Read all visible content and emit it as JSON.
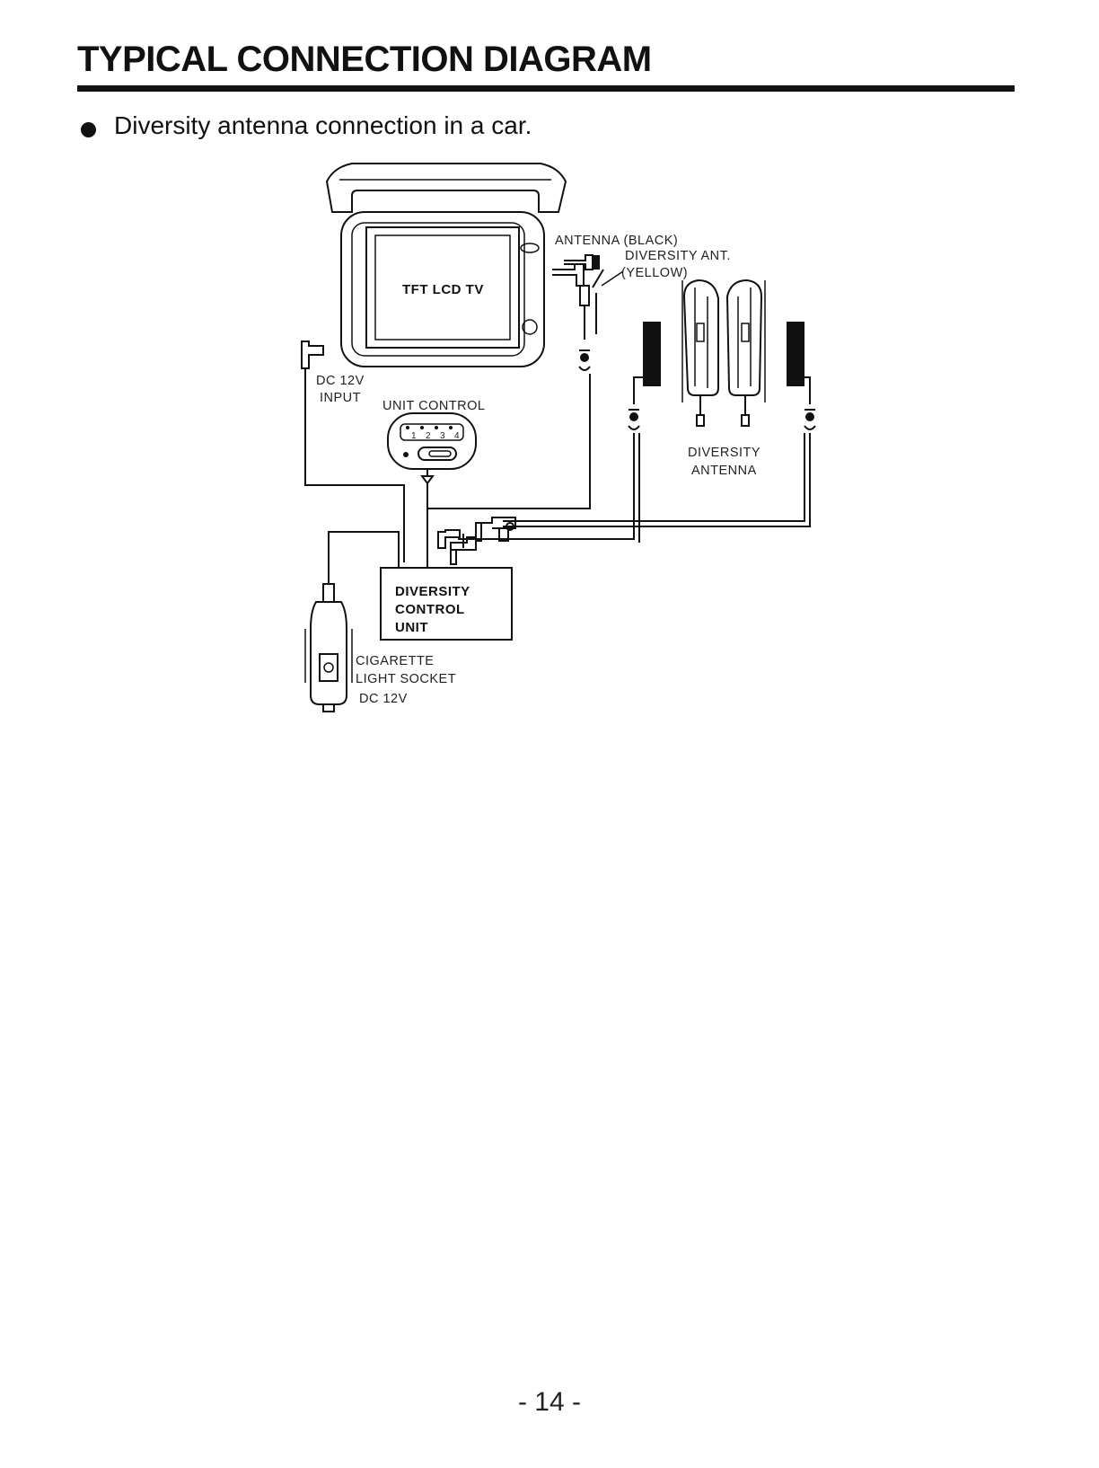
{
  "page": {
    "title": "TYPICAL CONNECTION DIAGRAM",
    "subtitle": "Diversity antenna connection in a car.",
    "page_number": "- 14 -"
  },
  "diagram": {
    "tv_label": "TFT LCD TV",
    "antenna_black": "ANTENNA (BLACK)",
    "diversity_ant_line1": "DIVERSITY ANT.",
    "diversity_ant_line2": "(YELLOW)",
    "dc_input_line1": "DC 12V",
    "dc_input_line2": "INPUT",
    "unit_control": "UNIT CONTROL",
    "remote_keys": [
      "1",
      "2",
      "3",
      "4"
    ],
    "diversity_antenna_line1": "DIVERSITY",
    "diversity_antenna_line2": "ANTENNA",
    "control_unit_line1": "DIVERSITY",
    "control_unit_line2": "CONTROL",
    "control_unit_line3": "UNIT",
    "socket_line1": "CIGARETTE",
    "socket_line2": "LIGHT SOCKET",
    "socket_line3": "DC 12V"
  }
}
